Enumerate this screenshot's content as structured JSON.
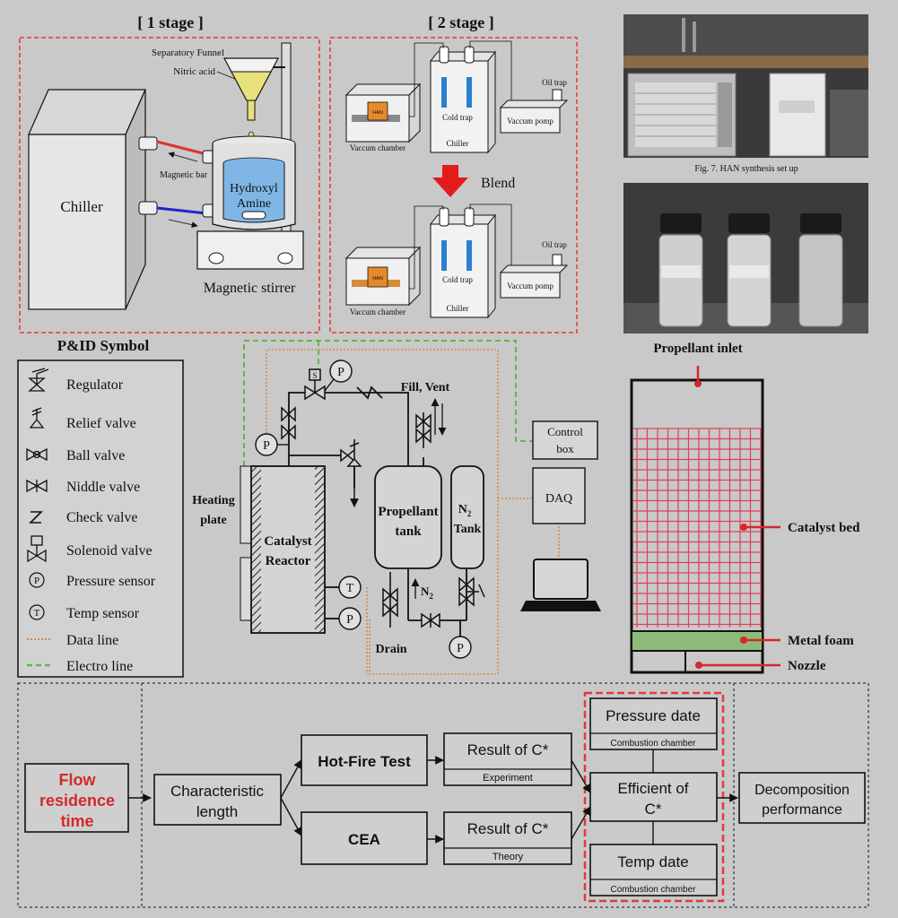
{
  "stage1": {
    "title": "[ 1 stage ]",
    "chiller": "Chiller",
    "separatory_funnel": "Separatory Funnel",
    "nitric_acid": "Nitric acid",
    "magnetic_bar": "Magnetic bar",
    "hydroxyl_amine_1": "Hydroxyl",
    "hydroxyl_amine_2": "Amine",
    "magnetic_stirrer": "Magnetic stirrer"
  },
  "stage2": {
    "title": "[ 2 stage ]",
    "vaccum_chamber": "Vaccum chamber",
    "han": "HAN",
    "cold_trap": "Cold trap",
    "chiller": "Chiller",
    "vaccum_pomp": "Vaccum pomp",
    "oil_trap": "Oil trap",
    "blend": "Blend"
  },
  "photos": {
    "fig7_caption": "Fig. 7. HAN synthesis set up"
  },
  "pid_legend": {
    "title": "P&ID Symbol",
    "items": [
      {
        "icon": "regulator-icon",
        "label": "Regulator"
      },
      {
        "icon": "relief-valve-icon",
        "label": "Relief valve"
      },
      {
        "icon": "ball-valve-icon",
        "label": "Ball valve"
      },
      {
        "icon": "niddle-valve-icon",
        "label": "Niddle valve"
      },
      {
        "icon": "check-valve-icon",
        "label": "Check valve"
      },
      {
        "icon": "solenoid-valve-icon",
        "label": "Solenoid valve"
      },
      {
        "icon": "pressure-sensor-icon",
        "label": "Pressure sensor",
        "symbol": "P"
      },
      {
        "icon": "temp-sensor-icon",
        "label": "Temp sensor",
        "symbol": "T"
      },
      {
        "icon": "data-line-icon",
        "label": "Data line"
      },
      {
        "icon": "electro-line-icon",
        "label": "Electro line"
      }
    ]
  },
  "pid": {
    "heating_plate_1": "Heating",
    "heating_plate_2": "plate",
    "catalyst_reactor_1": "Catalyst",
    "catalyst_reactor_2": "Reactor",
    "propellant_tank_1": "Propellant",
    "propellant_tank_2": "tank",
    "n2_tank_1": "N",
    "n2_tank_sub": "2",
    "n2_tank_2": "Tank",
    "fill_vent": "Fill, Vent",
    "n2_flow": "N",
    "n2_flow_sub": "2",
    "drain": "Drain",
    "control_box_1": "Control",
    "control_box_2": "box",
    "daq": "DAQ",
    "s_label": "S",
    "p_label": "P",
    "t_label": "T"
  },
  "thruster": {
    "propellant_inlet": "Propellant inlet",
    "catalyst_bed": "Catalyst bed",
    "metal_foam": "Metal foam",
    "nozzle": "Nozzle"
  },
  "flow": {
    "flow_residence_1": "Flow",
    "flow_residence_2": "residence",
    "flow_residence_3": "time",
    "characteristic_1": "Characteristic",
    "characteristic_2": "length",
    "hot_fire": "Hot-Fire Test",
    "cea": "CEA",
    "result_exp": "Result of C*",
    "result_exp_sub": "Experiment",
    "result_theory": "Result of C*",
    "result_theory_sub": "Theory",
    "pressure_date": "Pressure date",
    "pressure_sub": "Combustion chamber",
    "efficient_1": "Efficient of",
    "efficient_2": "C*",
    "temp_date": "Temp date",
    "temp_sub": "Combustion chamber",
    "decomp_1": "Decomposition",
    "decomp_2": "performance"
  },
  "colors": {
    "background": "#c9c9c9",
    "red_dash": "#e23a3a",
    "data_line": "#d88a48",
    "electro_line": "#5fb84a",
    "catalyst_grid": "#e0405a",
    "metal_foam": "#8dbb7a",
    "flow_red_text": "#d62828"
  }
}
